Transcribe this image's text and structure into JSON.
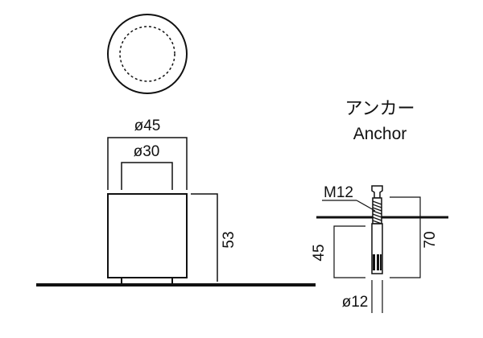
{
  "post": {
    "dim_outer": "ø45",
    "dim_inner": "ø30",
    "dim_height": "53"
  },
  "anchor": {
    "title_jp": "アンカー",
    "title_en": "Anchor",
    "thread": "M12",
    "dim_depth": "45",
    "dim_length": "70",
    "dim_diameter": "ø12"
  },
  "colors": {
    "line": "#111111",
    "background": "#ffffff"
  }
}
